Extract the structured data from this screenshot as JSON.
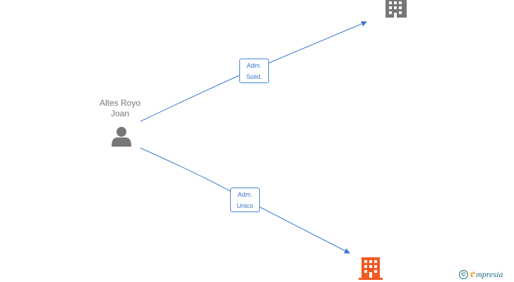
{
  "person": {
    "name_line1": "Altes Royo",
    "name_line2": "Joan",
    "icon": "person-icon"
  },
  "companies": [
    {
      "icon": "building-icon",
      "color": "#777777"
    },
    {
      "icon": "building-icon",
      "color": "#f15a24"
    }
  ],
  "edges": [
    {
      "label_line1": "Adm.",
      "label_line2": "Solid.",
      "color": "#3a78c8"
    },
    {
      "label_line1": "Adm.",
      "label_line2": "Unico",
      "color": "#3a78c8"
    }
  ],
  "brand": {
    "copyright": "©",
    "letter": "e",
    "rest": "mpresia"
  }
}
